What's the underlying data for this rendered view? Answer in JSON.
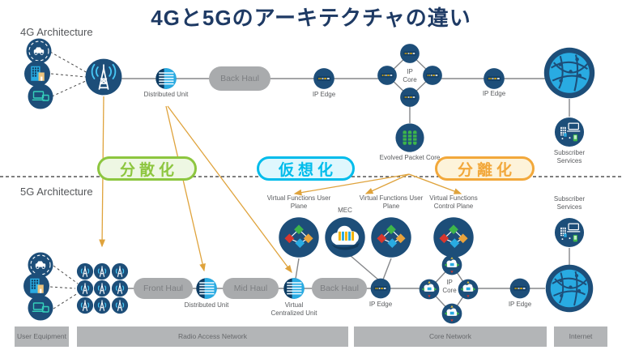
{
  "title": "4Gと5Gのアーキテクチャの違い",
  "sections": {
    "g4": "4G Architecture",
    "g5": "5G Architecture"
  },
  "badges": {
    "decentralization": "分散化",
    "virtualization": "仮想化",
    "separation": "分離化"
  },
  "colors": {
    "navy": "#1d4e79",
    "light_blue": "#29abe2",
    "green_badge": "#8dc63f",
    "cyan_badge": "#00bceb",
    "orange_badge": "#f2a83b",
    "arrow_orange": "#dfa33c",
    "pill_gray": "#a9abad"
  },
  "g4": {
    "labels": {
      "distributed_unit": "Distributed Unit",
      "back_haul": "Back Haul",
      "ip_edge_left": "IP Edge",
      "ip_core": "IP Core",
      "ip_edge_right": "IP Edge",
      "epc": "Evolved Packet Core",
      "subscriber_services": "Subscriber Services"
    }
  },
  "g5": {
    "labels": {
      "front_haul": "Front Haul",
      "distributed_unit": "Distributed Unit",
      "mid_haul": "Mid Haul",
      "virtual_centralized_unit": "Virtual Centralized Unit",
      "back_haul": "Back Haul",
      "ip_edge_left": "IP Edge",
      "ip_core": "IP Core",
      "ip_edge_right": "IP Edge",
      "subscriber_services": "Subscriber Services",
      "vf_user_plane_1": "Virtual Functions User Plane",
      "mec": "MEC",
      "vf_user_plane_2": "Virtual Functions User Plane",
      "vf_control_plane": "Virtual Functions Control Plane"
    }
  },
  "footer": {
    "user_equipment": "User Equipment",
    "radio_access_network": "Radio Access Network",
    "core_network": "Core Network",
    "internet": "Internet"
  },
  "icons": {
    "cell-tower-icon": "lattice mast with radio waves",
    "small-cell-tower-icon": "mini mast with waves",
    "car-icon": "connected car in dashed ring",
    "building-icon": "office building windows",
    "devices-icon": "laptop and monitor outlines",
    "server-unit-icon": "half dark half blue striped unit",
    "router-icon": "navy circle with port dashes",
    "virtual-router-icon": "cloud router with colored arrows",
    "epc-icon": "three green server racks",
    "virtual-function-icon": "four colored cubes linked",
    "mec-cloud-icon": "cloud with server bars",
    "subscriber-devices-icon": "laptop phone tablet set",
    "globe-icon": "blue network globe"
  }
}
